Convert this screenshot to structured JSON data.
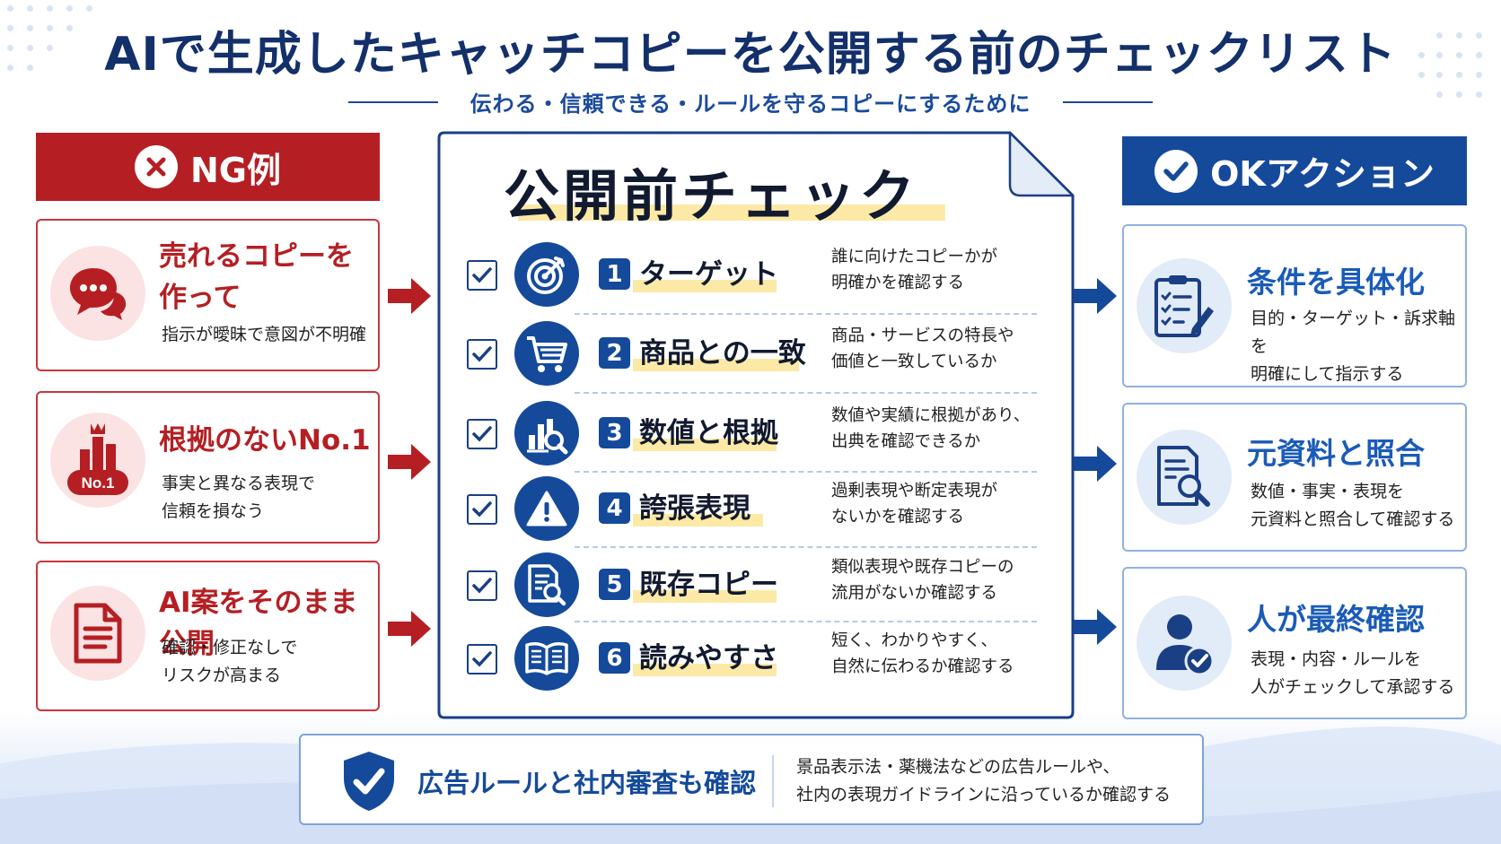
{
  "title": "AIで生成したキャッチコピーを公開する前のチェックリスト",
  "subtitle": "伝わる・信頼できる・ルールを守るコピーにするために",
  "ng": {
    "header": "NG例",
    "cards": [
      {
        "title_lines": [
          "売れるコピーを",
          "作って"
        ],
        "desc_lines": [
          "指示が曖昧で意図が不明確"
        ],
        "icon": "speech-bubbles-icon"
      },
      {
        "title_lines": [
          "根拠のないNo.1"
        ],
        "desc_lines": [
          "事実と異なる表現で",
          "信頼を損なう"
        ],
        "icon": "no1-trophy-chart-icon",
        "badge": "No.1"
      },
      {
        "title_lines": [
          "AI案をそのまま公開"
        ],
        "desc_lines": [
          "確認・修正なしで",
          "リスクが高まる"
        ],
        "icon": "document-icon"
      }
    ]
  },
  "center": {
    "title": "公開前チェック",
    "items": [
      {
        "num": "1",
        "title": "ターゲット",
        "desc_lines": [
          "誰に向けたコピーかが",
          "明確かを確認する"
        ],
        "icon": "target-icon"
      },
      {
        "num": "2",
        "title": "商品との一致",
        "desc_lines": [
          "商品・サービスの特長や",
          "価値と一致しているか"
        ],
        "icon": "cart-icon"
      },
      {
        "num": "3",
        "title": "数値と根拠",
        "desc_lines": [
          "数値や実績に根拠があり、",
          "出典を確認できるか"
        ],
        "icon": "chart-magnifier-icon"
      },
      {
        "num": "4",
        "title": "誇張表現",
        "desc_lines": [
          "過剰表現や断定表現が",
          "ないかを確認する"
        ],
        "icon": "warning-icon"
      },
      {
        "num": "5",
        "title": "既存コピー",
        "desc_lines": [
          "類似表現や既存コピーの",
          "流用がないか確認する"
        ],
        "icon": "document-search-icon"
      },
      {
        "num": "6",
        "title": "読みやすさ",
        "desc_lines": [
          "短く、わかりやすく、",
          "自然に伝わるか確認する"
        ],
        "icon": "open-book-icon"
      }
    ]
  },
  "ok": {
    "header": "OKアクション",
    "cards": [
      {
        "title": "条件を具体化",
        "desc_lines": [
          "目的・ターゲット・訴求軸を",
          "明確にして指示する"
        ],
        "icon": "clipboard-checklist-icon"
      },
      {
        "title": "元資料と照合",
        "desc_lines": [
          "数値・事実・表現を",
          "元資料と照合して確認する"
        ],
        "icon": "document-search-icon"
      },
      {
        "title": "人が最終確認",
        "desc_lines": [
          "表現・内容・ルールを",
          "人がチェックして承認する"
        ],
        "icon": "person-check-icon"
      }
    ]
  },
  "bottom": {
    "title": "広告ルールと社内審査も確認",
    "desc_lines": [
      "景品表示法・薬機法などの広告ルールや、",
      "社内の表現ガイドラインに沿っているか確認する"
    ],
    "icon": "shield-check-icon"
  },
  "colors": {
    "ng_red": "#b51f23",
    "ok_blue": "#154a9b",
    "highlight": "#fde9a6"
  }
}
